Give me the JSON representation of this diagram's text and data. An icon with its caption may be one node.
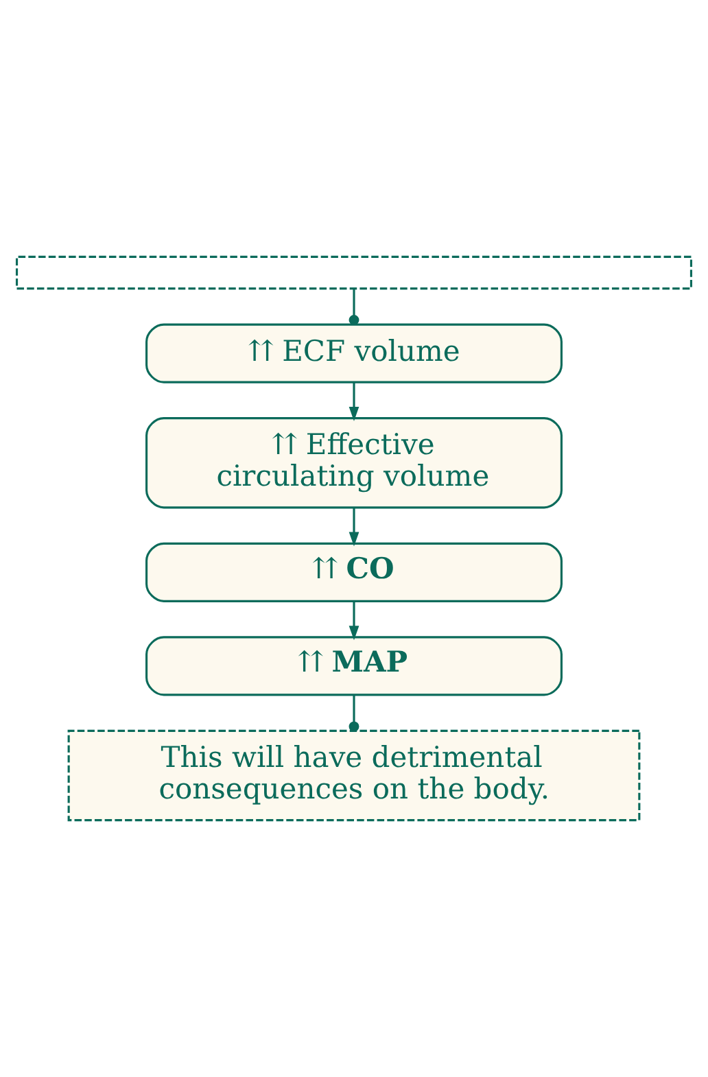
{
  "diagram": {
    "nodes": [
      {
        "text": [],
        "shape": "box"
      },
      {
        "text": [
          "⇈ ECF volume"
        ]
      },
      {
        "text": [
          "⇈ Effective circulating volume"
        ]
      },
      {
        "text": [
          "⇈ **CO**"
        ]
      },
      {
        "text": [
          "⇈ **MAP**"
        ]
      },
      {
        "text": [
          "This will have detrimental consequences on the body."
        ]
      }
    ],
    "edges": [
      {
        "from": 0,
        "to": 1,
        "arrow": "other"
      },
      {
        "from": 1,
        "to": 2,
        "arrow": "to"
      },
      {
        "from": 2,
        "to": 3,
        "arrow": "to"
      },
      {
        "from": 3,
        "to": 4,
        "arrow": "to"
      },
      {
        "from": 4,
        "to": 5,
        "arrow": "other"
      }
    ]
  }
}
